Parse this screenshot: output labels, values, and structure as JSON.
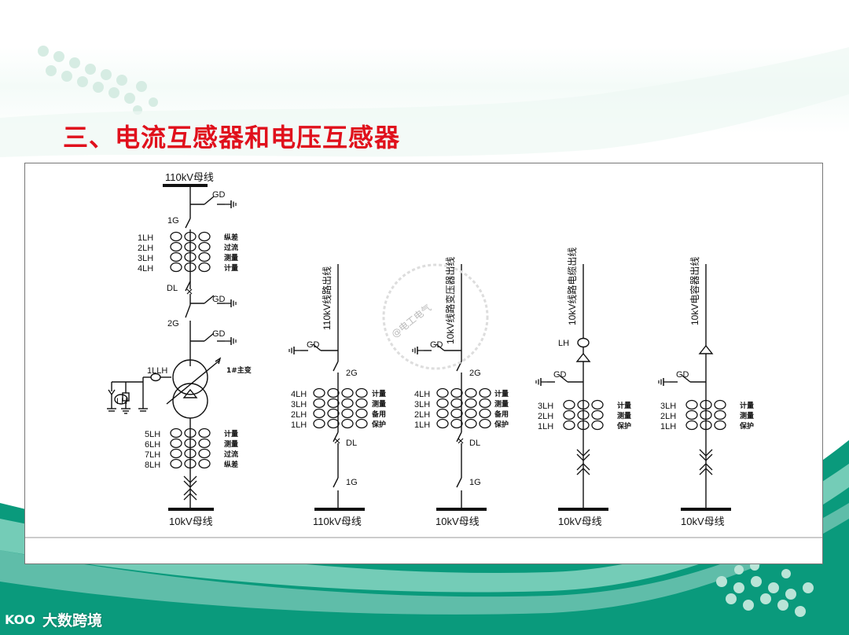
{
  "title": "三、电流互感器和电压互感器",
  "colors": {
    "title": "#e0101c",
    "band": "#0a9a7c",
    "band_light": "#8fd8c6"
  },
  "watermark": "@电工电气",
  "logo": {
    "text": "大数跨境",
    "mark": "KOO"
  },
  "main_bay": {
    "top_bus": "110kV母线",
    "bottom_bus": "10kV母线",
    "gd_label": "GD",
    "g1": "1G",
    "dl": "DL",
    "g2": "2G",
    "lh_top": [
      "1LH",
      "2LH",
      "3LH",
      "4LH"
    ],
    "use_top": [
      "纵差",
      "过流",
      "测量",
      "计量"
    ],
    "lh_bottom": [
      "5LH",
      "6LH",
      "7LH",
      "8LH"
    ],
    "use_bottom": [
      "计量",
      "测量",
      "过流",
      "纵差"
    ],
    "neutral_ct": "1LLH",
    "transformer": "1#主变",
    "ground_ct": "LH"
  },
  "bays": [
    {
      "line_label": "110kV线路出线",
      "gd": "GD",
      "g_top": "2G",
      "lh": [
        "4LH",
        "3LH",
        "2LH",
        "1LH"
      ],
      "uses": [
        "计量",
        "测量",
        "备用",
        "保护"
      ],
      "dl": "DL",
      "g_bottom": "1G",
      "bus": "110kV母线"
    },
    {
      "line_label": "10kV线路变压器出线",
      "gd": "GD",
      "g_top": "2G",
      "lh": [
        "4LH",
        "3LH",
        "2LH",
        "1LH"
      ],
      "uses": [
        "计量",
        "测量",
        "备用",
        "保护"
      ],
      "dl": "DL",
      "g_bottom": "1G",
      "bus": "10kV母线"
    },
    {
      "line_label": "10kV线路电缆出线",
      "lh_top": "LH",
      "gd": "GD",
      "lh": [
        "3LH",
        "2LH",
        "1LH"
      ],
      "uses": [
        "计量",
        "测量",
        "保护"
      ],
      "bus": "10kV母线"
    },
    {
      "line_label": "10kV电容器出线",
      "gd": "GD",
      "lh": [
        "3LH",
        "2LH",
        "1LH"
      ],
      "uses": [
        "计量",
        "测量",
        "保护"
      ],
      "bus": "10kV母线"
    }
  ]
}
